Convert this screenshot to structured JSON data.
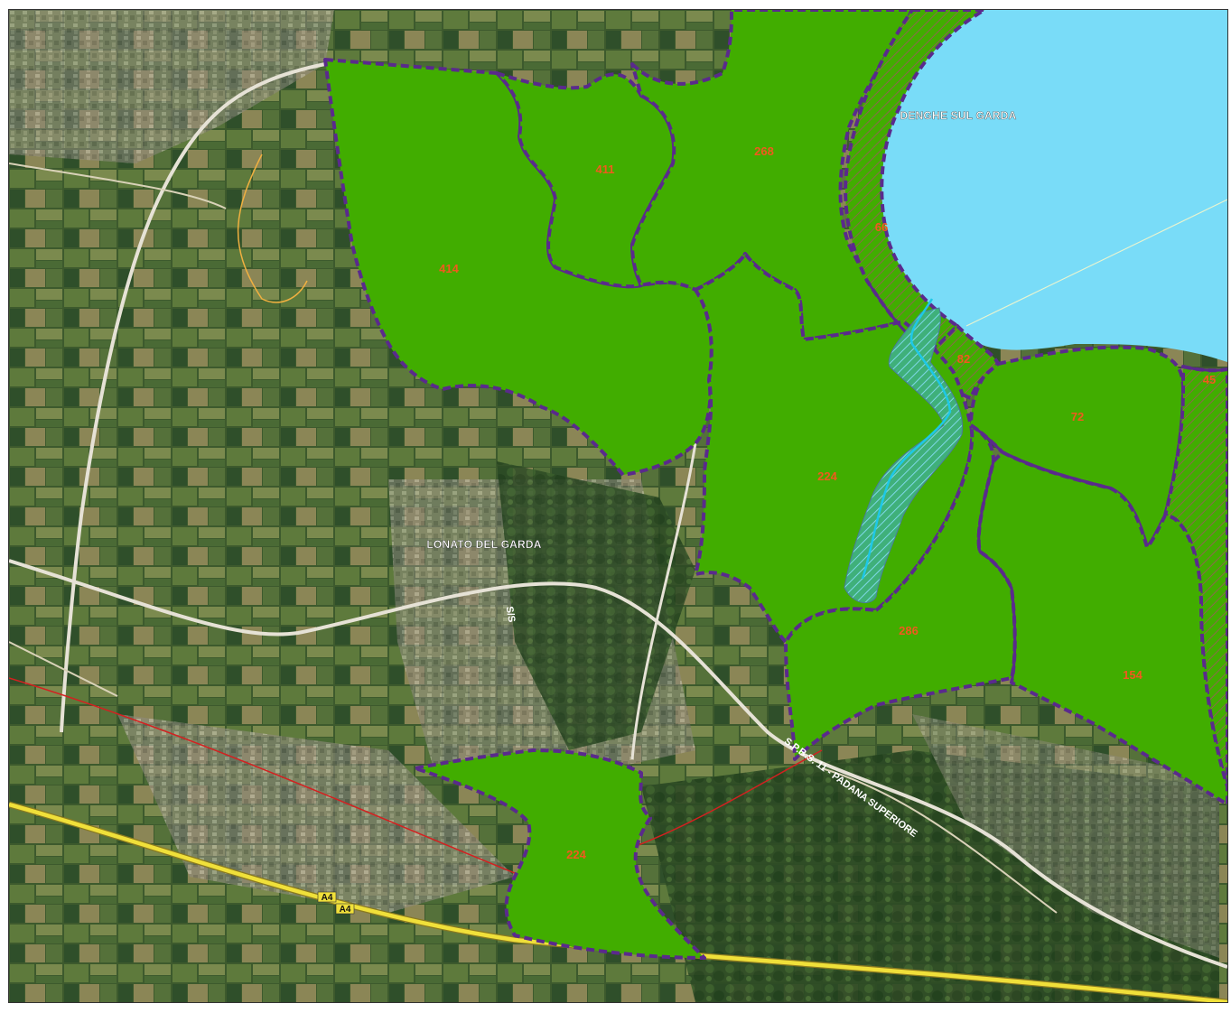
{
  "map": {
    "places": {
      "lonato": "LONATO DEL GARDA",
      "desenzano": "DENGHE SUL GARDA"
    },
    "roads": {
      "spbs": "S.P.B.S. 11 - PADANA SUPERIORE",
      "motorway_a": "A4",
      "motorway_b": "A4",
      "local": "S/S"
    },
    "zones": [
      {
        "id": "z-414",
        "label": "414"
      },
      {
        "id": "z-411",
        "label": "411"
      },
      {
        "id": "z-268",
        "label": "268"
      },
      {
        "id": "z-66",
        "label": "66"
      },
      {
        "id": "z-82",
        "label": "82"
      },
      {
        "id": "z-45",
        "label": "45"
      },
      {
        "id": "z-72",
        "label": "72"
      },
      {
        "id": "z-224-main",
        "label": "224"
      },
      {
        "id": "z-286",
        "label": "286"
      },
      {
        "id": "z-154",
        "label": "154"
      },
      {
        "id": "z-224-south",
        "label": "224"
      }
    ],
    "colors": {
      "zone_fill": "#41ad00",
      "zone_border": "#5a2a8c",
      "lake": "#79dcf8",
      "zone_label": "#f05a1e",
      "motorway": "#f0e03a",
      "railway": "#d42020",
      "stream": "#1ec8e6"
    }
  }
}
